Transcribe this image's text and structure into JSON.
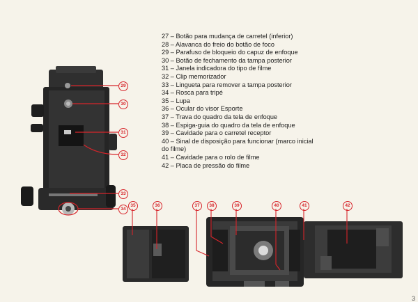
{
  "legend": [
    {
      "num": "27",
      "text": "Botão para mudança de carretel (inferior)"
    },
    {
      "num": "28",
      "text": "Alavanca do freio do botão de foco"
    },
    {
      "num": "29",
      "text": "Parafuso de bloqueio do capuz de enfoque"
    },
    {
      "num": "30",
      "text": "Botão de fechamento da tampa posterior"
    },
    {
      "num": "31",
      "text": "Janela indicadora do tipo de filme"
    },
    {
      "num": "32",
      "text": "Clip memorizador"
    },
    {
      "num": "33",
      "text": "Lingueta para remover a tampa posterior"
    },
    {
      "num": "34",
      "text": "Rosca para tripé"
    },
    {
      "num": "35",
      "text": "Lupa"
    },
    {
      "num": "36",
      "text": "Ocular do visor Esporte"
    },
    {
      "num": "37",
      "text": "Trava do quadro da tela de enfoque"
    },
    {
      "num": "38",
      "text": "Espiga-guia do quadro da tela de enfoque"
    },
    {
      "num": "39",
      "text": "Cavidade para o carretel receptor"
    },
    {
      "num": "40",
      "text": "Sinal de disposição para funcionar (marco inicial do filme)"
    },
    {
      "num": "41",
      "text": "Cavidade para o rolo de filme"
    },
    {
      "num": "42",
      "text": "Placa de pressão do filme"
    }
  ],
  "markers": {
    "m29": "29",
    "m30": "30",
    "m31": "31",
    "m32": "32",
    "m33": "33",
    "m34": "34",
    "m35": "35",
    "m36": "36",
    "m37": "37",
    "m38": "38",
    "m39": "39",
    "m40": "40",
    "m41": "41",
    "m42": "42"
  },
  "page_number": "3",
  "colors": {
    "accent": "#d7242a",
    "body": "#2b2b2b"
  }
}
